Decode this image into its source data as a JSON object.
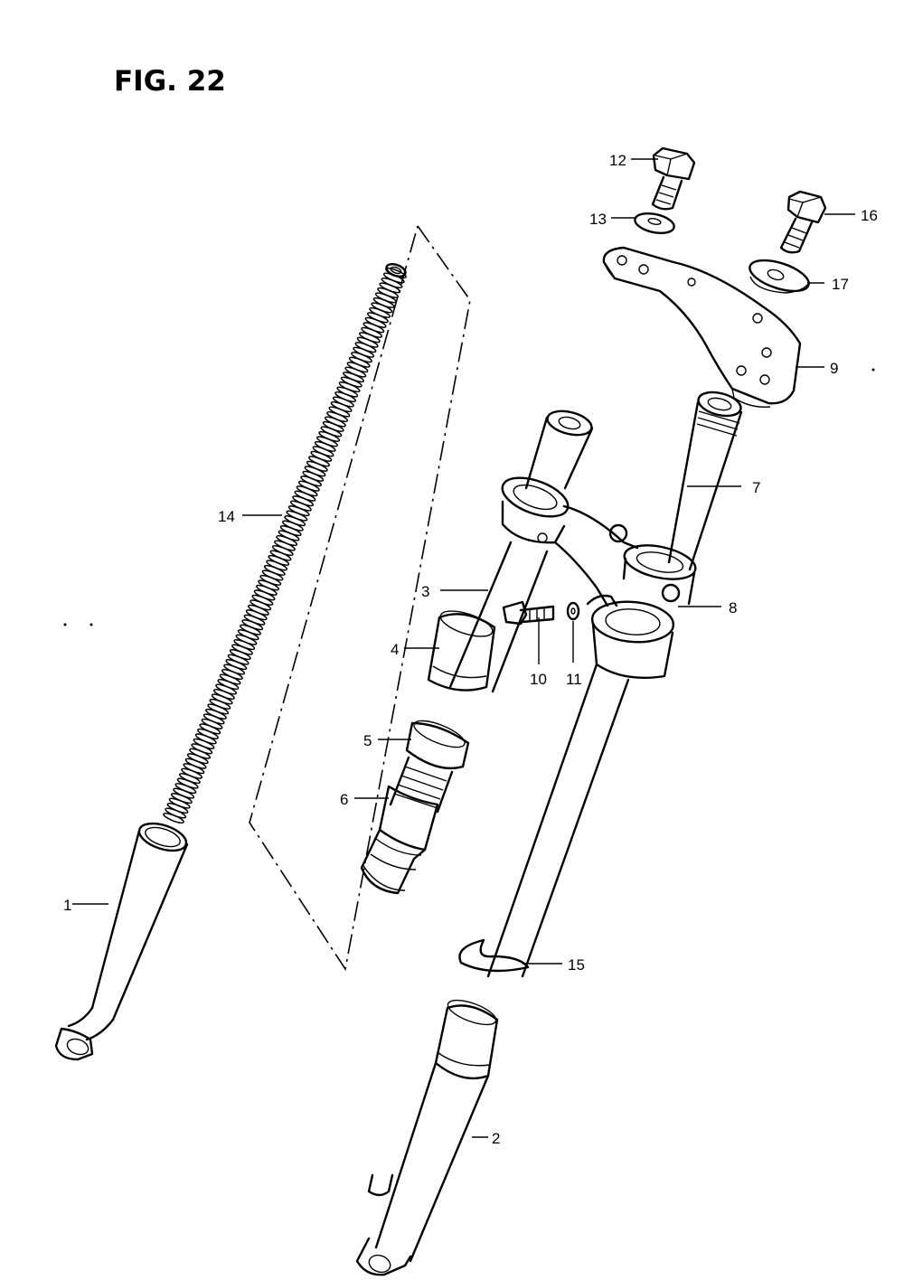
{
  "figure": {
    "title": "FIG. 22"
  },
  "labels": {
    "l1": "1",
    "l2": "2",
    "l3": "3",
    "l4": "4",
    "l5": "5",
    "l6": "6",
    "l7": "7",
    "l8": "8",
    "l9": "9",
    "l10": "10",
    "l11": "11",
    "l12": "12",
    "l13": "13",
    "l14": "14",
    "l15": "15",
    "l16": "16",
    "l17": "17"
  }
}
